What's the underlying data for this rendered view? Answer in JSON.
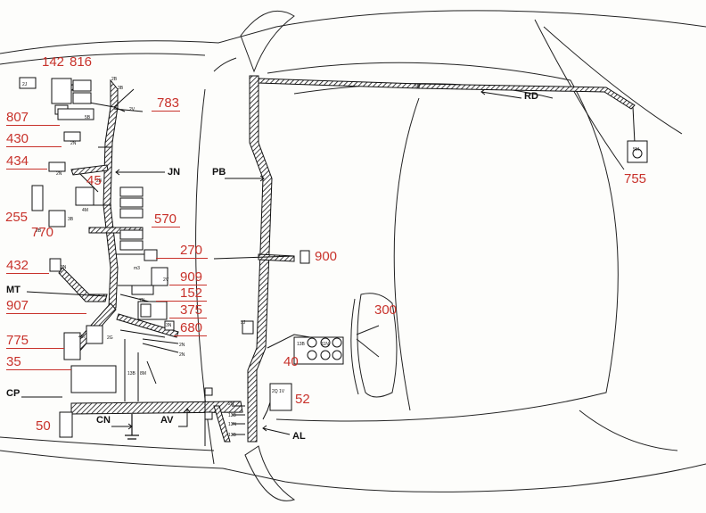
{
  "callouts": [
    {
      "id": "142",
      "text": "142"
    },
    {
      "id": "816",
      "text": "816"
    },
    {
      "id": "783",
      "text": "783"
    },
    {
      "id": "807",
      "text": "807"
    },
    {
      "id": "430",
      "text": "430"
    },
    {
      "id": "434",
      "text": "434"
    },
    {
      "id": "45",
      "text": "45"
    },
    {
      "id": "255",
      "text": "255"
    },
    {
      "id": "570",
      "text": "570"
    },
    {
      "id": "770",
      "text": "770"
    },
    {
      "id": "270",
      "text": "270"
    },
    {
      "id": "432",
      "text": "432"
    },
    {
      "id": "909",
      "text": "909"
    },
    {
      "id": "900",
      "text": "900"
    },
    {
      "id": "152",
      "text": "152"
    },
    {
      "id": "907",
      "text": "907"
    },
    {
      "id": "375",
      "text": "375"
    },
    {
      "id": "300",
      "text": "300"
    },
    {
      "id": "680",
      "text": "680"
    },
    {
      "id": "775",
      "text": "775"
    },
    {
      "id": "40",
      "text": "40"
    },
    {
      "id": "35",
      "text": "35"
    },
    {
      "id": "52",
      "text": "52"
    },
    {
      "id": "50",
      "text": "50"
    },
    {
      "id": "755",
      "text": "755"
    }
  ],
  "harness_labels": {
    "jn": "JN",
    "pb": "PB",
    "rd": "RD",
    "mt": "MT",
    "cp": "CP",
    "cn": "CN",
    "av": "AV",
    "al": "AL"
  },
  "connector_codes": [
    "2J",
    "3B",
    "2B",
    "5B",
    "2V",
    "2N",
    "3N",
    "4M",
    "2R",
    "4B",
    "7N",
    "13B",
    "13N",
    "11N",
    "5J",
    "2Q",
    "1V",
    "5M",
    "8M",
    "4M",
    "2G",
    "m3"
  ],
  "colors": {
    "callout": "#c8322b",
    "line": "#111111",
    "paper": "#fdfdfb"
  }
}
